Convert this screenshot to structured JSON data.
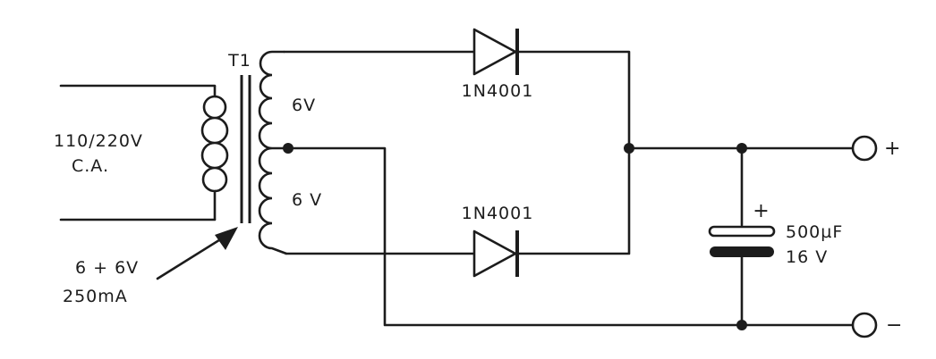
{
  "transformer": {
    "name": "T1",
    "primary_voltage": "110/220V",
    "primary_type": "C.A.",
    "secondary_upper": "6V",
    "secondary_lower": "6 V",
    "rating_voltage": "6 + 6V",
    "rating_current": "250mA"
  },
  "diodes": {
    "upper": "1N4001",
    "lower": "1N4001"
  },
  "capacitor": {
    "polarity": "+",
    "capacitance": "500µF",
    "voltage": "16 V"
  },
  "outputs": {
    "positive": "+",
    "negative": "−"
  }
}
